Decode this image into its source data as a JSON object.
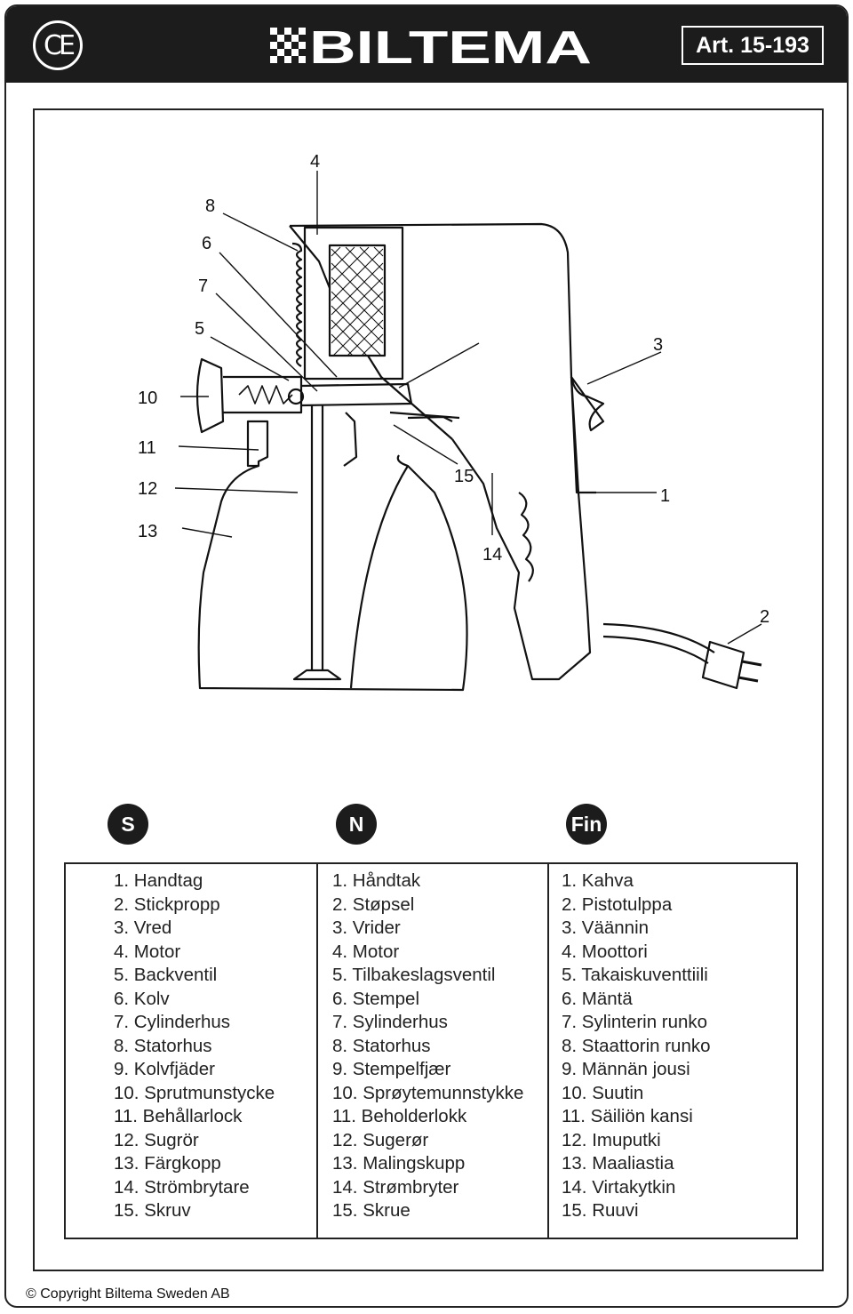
{
  "header": {
    "ce_mark": "CE",
    "brand": "BILTEMA",
    "article": "Art. 15-193"
  },
  "diagram": {
    "callouts": [
      "1",
      "2",
      "3",
      "4",
      "5",
      "6",
      "7",
      "8",
      "10",
      "11",
      "12",
      "13",
      "14",
      "15"
    ]
  },
  "languages": [
    {
      "code": "S",
      "items": [
        "1. Handtag",
        "2. Stickpropp",
        "3. Vred",
        "4. Motor",
        "5. Backventil",
        "6. Kolv",
        "7. Cylinderhus",
        "8. Statorhus",
        "9. Kolvfjäder",
        "10. Sprutmunstycke",
        "11. Behållarlock",
        "12. Sugrör",
        "13. Färgkopp",
        "14. Strömbrytare",
        "15. Skruv"
      ]
    },
    {
      "code": "N",
      "items": [
        "1. Håndtak",
        "2. Støpsel",
        "3. Vrider",
        "4. Motor",
        "5. Tilbakeslagsventil",
        "6. Stempel",
        "7. Sylinderhus",
        "8. Statorhus",
        "9. Stempelfjær",
        "10. Sprøytemunnstykke",
        "11. Beholderlokk",
        "12. Sugerør",
        "13. Malingskupp",
        "14. Strømbryter",
        "15. Skrue"
      ]
    },
    {
      "code": "Fin",
      "items": [
        "1. Kahva",
        "2. Pistotulppa",
        "3. Väännin",
        "4. Moottori",
        "5. Takaiskuventtiili",
        "6. Mäntä",
        "7. Sylinterin runko",
        "8. Staattorin runko",
        "9. Männän jousi",
        "10. Suutin",
        "11. Säiliön kansi",
        "12. Imuputki",
        "13. Maaliastia",
        "14. Virtakytkin",
        "15. Ruuvi"
      ]
    }
  ],
  "footer": {
    "copyright": "© Copyright Biltema Sweden AB"
  }
}
